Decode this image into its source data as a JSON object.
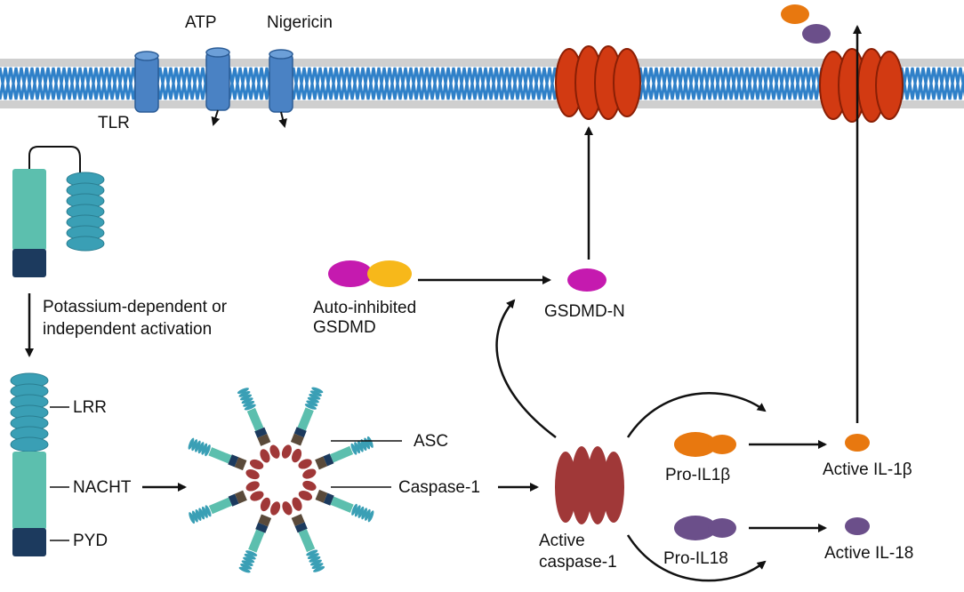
{
  "colors": {
    "membrane_lipid": "#2f80c8",
    "membrane_head": "#cfcfcf",
    "channel": "#4a82c4",
    "pore": "#d23a12",
    "nlrp3_teal": "#5cbfae",
    "lrr": "#3a9fb5",
    "pyd": "#1c3a5e",
    "caspase": "#a03838",
    "gsdmd_n": "#c51aaf",
    "gsdmd_c": "#f7b81a",
    "il1b": "#e8780f",
    "il18": "#6b4f8a"
  },
  "labels": {
    "atp": "ATP",
    "nigericin": "Nigericin",
    "tlr": "TLR",
    "activation_line1": "Potassium-dependent or",
    "activation_line2": "independent activation",
    "lrr": "LRR",
    "nacht": "NACHT",
    "pyd": "PYD",
    "asc": "ASC",
    "caspase1": "Caspase-1",
    "auto_line1": "Auto-inhibited",
    "auto_line2": "GSDMD",
    "gsdmd_n": "GSDMD-N",
    "active_casp_line1": "Active",
    "active_casp_line2": "caspase-1",
    "pro_il1b": "Pro-IL1β",
    "pro_il18": "Pro-IL18",
    "active_il1b": "Active IL-1β",
    "active_il18": "Active IL-18"
  }
}
